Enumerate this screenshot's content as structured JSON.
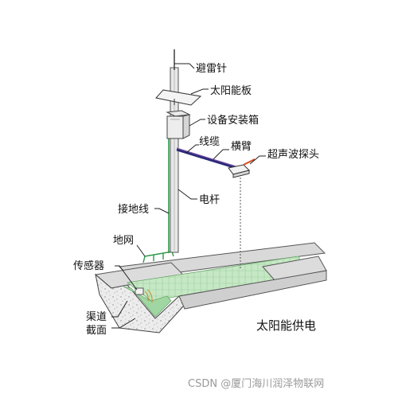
{
  "labels": {
    "lightning_rod": "避雷针",
    "solar_panel": "太阳能板",
    "equipment_box": "设备安装箱",
    "cable": "线缆",
    "crossarm": "横臂",
    "ultrasonic_probe": "超声波探头",
    "pole": "电杆",
    "ground_wire": "接地线",
    "ground_grid": "地网",
    "sensor": "传感器",
    "channel_section_line1": "渠道",
    "channel_section_line2": "截面"
  },
  "caption": "太阳能供电",
  "watermark": "CSDN @厦门海川润泽物联网",
  "colors": {
    "water": "#bfe3c0",
    "crossarm": "#2a2a7a",
    "probe_accent": "#d84a1e",
    "ground_wire": "#2e9a4a",
    "concrete": "#e9e9e9"
  }
}
